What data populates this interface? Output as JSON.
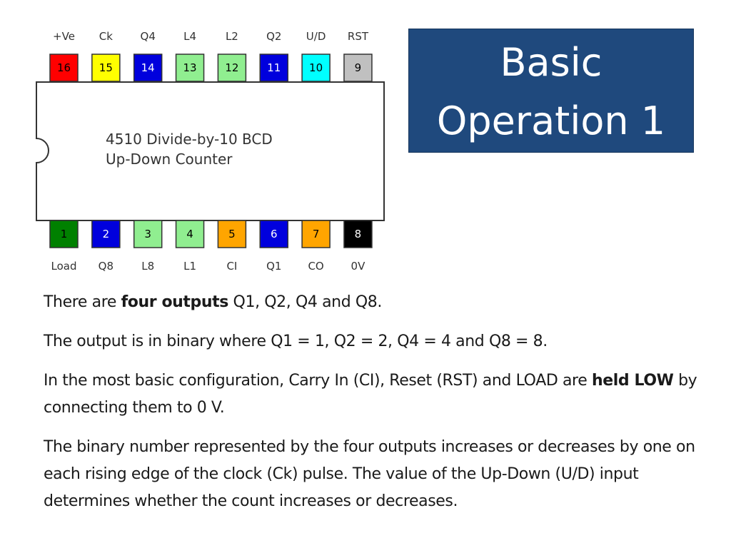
{
  "slide": {
    "title_line1": "Basic",
    "title_line2": "Operation 1",
    "colors": {
      "title_bg": "#1f497d",
      "title_text": "#ffffff"
    }
  },
  "ic": {
    "label_line1": "4510 Divide-by-10 BCD",
    "label_line2": "Up-Down Counter",
    "top_pins": [
      {
        "num": "16",
        "name": "+Ve",
        "color": "#ff0000",
        "text_color": "#000000"
      },
      {
        "num": "15",
        "name": "Ck",
        "color": "#ffff00",
        "text_color": "#000000"
      },
      {
        "num": "14",
        "name": "Q4",
        "color": "#0000dd",
        "text_color": "#ffffff"
      },
      {
        "num": "13",
        "name": "L4",
        "color": "#90ee90",
        "text_color": "#000000"
      },
      {
        "num": "12",
        "name": "L2",
        "color": "#90ee90",
        "text_color": "#000000"
      },
      {
        "num": "11",
        "name": "Q2",
        "color": "#0000dd",
        "text_color": "#ffffff"
      },
      {
        "num": "10",
        "name": "U/D",
        "color": "#00ffff",
        "text_color": "#000000"
      },
      {
        "num": "9",
        "name": "RST",
        "color": "#c0c0c0",
        "text_color": "#000000"
      }
    ],
    "bottom_pins": [
      {
        "num": "1",
        "name": "Load",
        "color": "#008000",
        "text_color": "#000000"
      },
      {
        "num": "2",
        "name": "Q8",
        "color": "#0000dd",
        "text_color": "#ffffff"
      },
      {
        "num": "3",
        "name": "L8",
        "color": "#90ee90",
        "text_color": "#000000"
      },
      {
        "num": "4",
        "name": "L1",
        "color": "#90ee90",
        "text_color": "#000000"
      },
      {
        "num": "5",
        "name": "CI",
        "color": "#ffa500",
        "text_color": "#000000"
      },
      {
        "num": "6",
        "name": "Q1",
        "color": "#0000dd",
        "text_color": "#ffffff"
      },
      {
        "num": "7",
        "name": "CO",
        "color": "#ffa500",
        "text_color": "#000000"
      },
      {
        "num": "8",
        "name": "0V",
        "color": "#000000",
        "text_color": "#ffffff"
      }
    ]
  },
  "body": {
    "p1": {
      "a": "There are ",
      "b": "four outputs",
      "c": " Q1, Q2, Q4 and Q8."
    },
    "p2": "The output is in binary where Q1 = 1, Q2 = 2, Q4 = 4 and Q8 = 8.",
    "p3": {
      "a": "In the most basic configuration, Carry In (CI), Reset (RST) and LOAD are ",
      "b": "held LOW",
      "c": " by connecting them to 0 V."
    },
    "p4": "The binary number represented by the four outputs increases or decreases by one on each rising edge of the clock (Ck) pulse. The value of the Up-Down (U/D) input determines whether the count increases or decreases."
  }
}
